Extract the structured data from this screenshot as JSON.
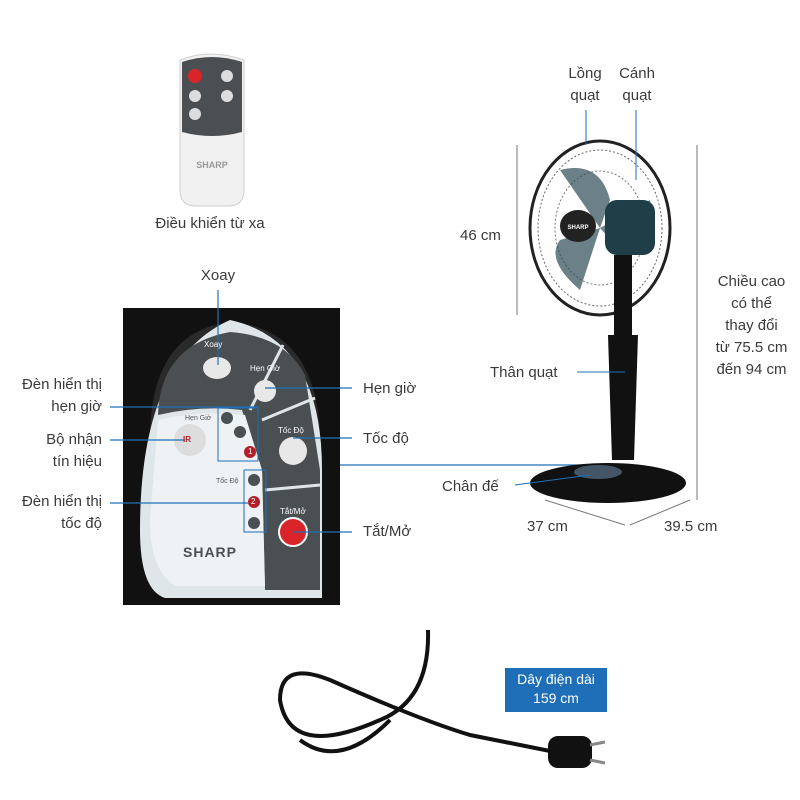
{
  "remote": {
    "label": "Điều khiển từ xa",
    "brand": "SHARP"
  },
  "panel": {
    "brand": "SHARP",
    "button_swing": "Xoay",
    "button_timer": "Hẹn Giờ",
    "button_speed": "Tốc Độ",
    "button_power": "Tắt/Mở",
    "timer_leds_label": "Hẹn Giờ",
    "speed_leds_label": "Tốc Độ",
    "ir_label": "IR",
    "timer_led_active": "1",
    "speed_led_active": "2"
  },
  "callouts": {
    "swing": "Xoay",
    "timer_indicator": [
      "Đèn hiển thị",
      "hẹn giờ"
    ],
    "ir_receiver": [
      "Bộ nhận",
      "tín hiệu"
    ],
    "speed_indicator": [
      "Đèn hiển thị",
      "tốc độ"
    ],
    "timer": "Hẹn giờ",
    "speed": "Tốc độ",
    "power": "Tắt/Mở"
  },
  "fan": {
    "cage": [
      "Lồng",
      "quạt"
    ],
    "blade": [
      "Cánh",
      "quạt"
    ],
    "head_size": "46 cm",
    "height_note": [
      "Chiều cao",
      "có thể",
      "thay đổi",
      "từ 75.5 cm",
      "đến 94 cm"
    ],
    "body": "Thân quạt",
    "base": "Chân đế",
    "base_width": "37 cm",
    "base_depth": "39.5 cm",
    "brand": "SHARP"
  },
  "cord": {
    "label": [
      "Dây điện dài",
      "159 cm"
    ]
  },
  "colors": {
    "accent": "#1f6fb8",
    "panel_dark": "#4a4f52",
    "panel_light": "#dfe6ea",
    "power_red": "#d9252a"
  }
}
